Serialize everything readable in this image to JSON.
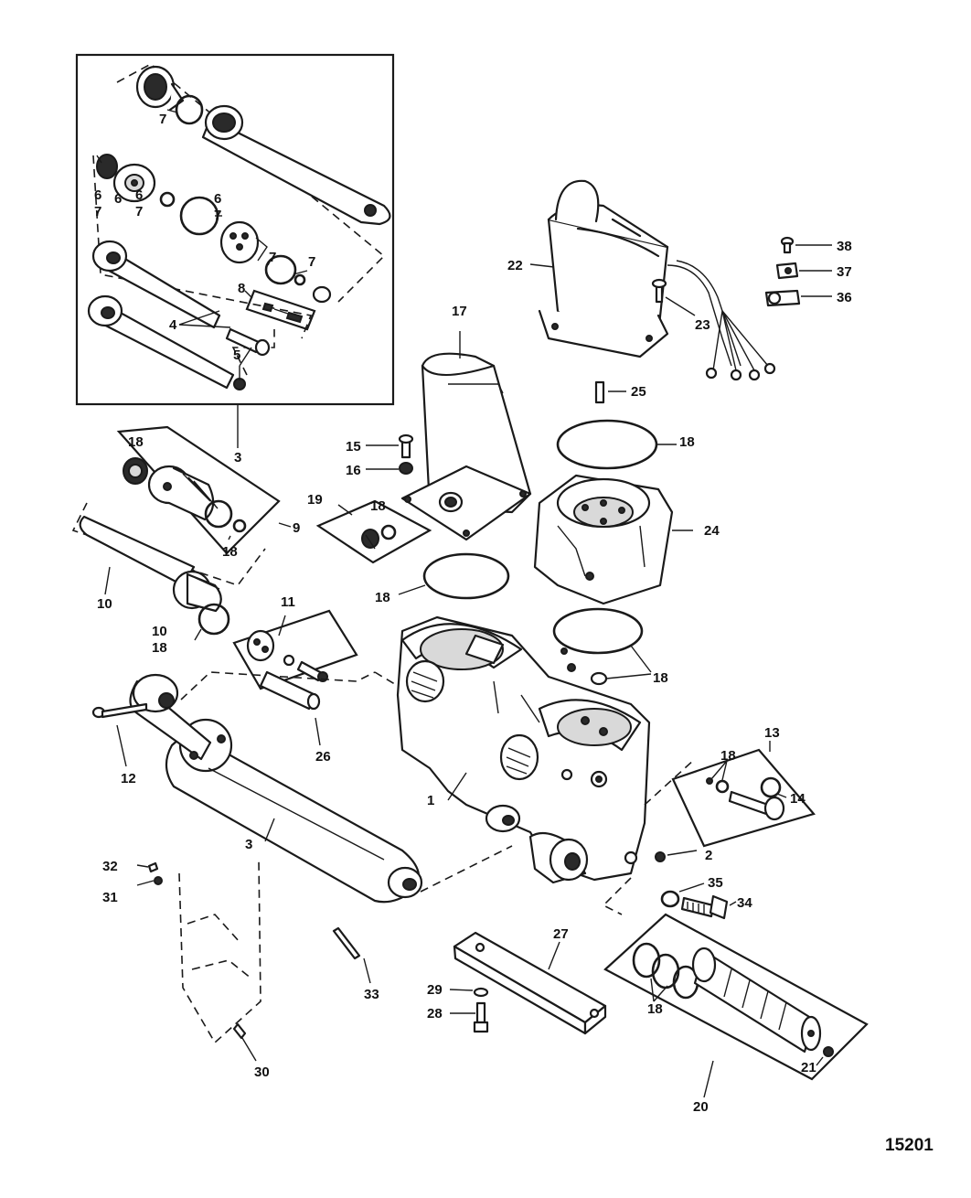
{
  "drawing": {
    "reference_number": "15201",
    "callouts": [
      {
        "id": "c1",
        "label": "1"
      },
      {
        "id": "c2",
        "label": "2"
      },
      {
        "id": "c3a",
        "label": "3"
      },
      {
        "id": "c3b",
        "label": "3"
      },
      {
        "id": "c4",
        "label": "4"
      },
      {
        "id": "c5",
        "label": "5"
      },
      {
        "id": "c6a",
        "label": "6"
      },
      {
        "id": "c6b",
        "label": "6"
      },
      {
        "id": "c6c",
        "label": "6"
      },
      {
        "id": "c6d",
        "label": "6"
      },
      {
        "id": "c7a",
        "label": "7"
      },
      {
        "id": "c7b",
        "label": "7"
      },
      {
        "id": "c7c",
        "label": "7"
      },
      {
        "id": "c7d",
        "label": "7"
      },
      {
        "id": "c7e",
        "label": "7"
      },
      {
        "id": "c7f",
        "label": "7"
      },
      {
        "id": "c8",
        "label": "8"
      },
      {
        "id": "c9",
        "label": "9"
      },
      {
        "id": "c10a",
        "label": "10"
      },
      {
        "id": "c10b",
        "label": "10"
      },
      {
        "id": "c11",
        "label": "11"
      },
      {
        "id": "c12",
        "label": "12"
      },
      {
        "id": "c13",
        "label": "13"
      },
      {
        "id": "c14",
        "label": "14"
      },
      {
        "id": "c15",
        "label": "15"
      },
      {
        "id": "c16",
        "label": "16"
      },
      {
        "id": "c17",
        "label": "17"
      },
      {
        "id": "c18a",
        "label": "18"
      },
      {
        "id": "c18b",
        "label": "18"
      },
      {
        "id": "c18c",
        "label": "18"
      },
      {
        "id": "c18d",
        "label": "18"
      },
      {
        "id": "c18e",
        "label": "18"
      },
      {
        "id": "c18f",
        "label": "18"
      },
      {
        "id": "c18g",
        "label": "18"
      },
      {
        "id": "c18h",
        "label": "18"
      },
      {
        "id": "c18i",
        "label": "18"
      },
      {
        "id": "c18j",
        "label": "18"
      },
      {
        "id": "c19",
        "label": "19"
      },
      {
        "id": "c20",
        "label": "20"
      },
      {
        "id": "c21",
        "label": "21"
      },
      {
        "id": "c22",
        "label": "22"
      },
      {
        "id": "c23",
        "label": "23"
      },
      {
        "id": "c24",
        "label": "24"
      },
      {
        "id": "c25",
        "label": "25"
      },
      {
        "id": "c26",
        "label": "26"
      },
      {
        "id": "c27",
        "label": "27"
      },
      {
        "id": "c28",
        "label": "28"
      },
      {
        "id": "c29",
        "label": "29"
      },
      {
        "id": "c30",
        "label": "30"
      },
      {
        "id": "c31",
        "label": "31"
      },
      {
        "id": "c32",
        "label": "32"
      },
      {
        "id": "c33",
        "label": "33"
      },
      {
        "id": "c34",
        "label": "34"
      },
      {
        "id": "c35",
        "label": "35"
      },
      {
        "id": "c36",
        "label": "36"
      },
      {
        "id": "c37",
        "label": "37"
      },
      {
        "id": "c38",
        "label": "38"
      }
    ]
  }
}
